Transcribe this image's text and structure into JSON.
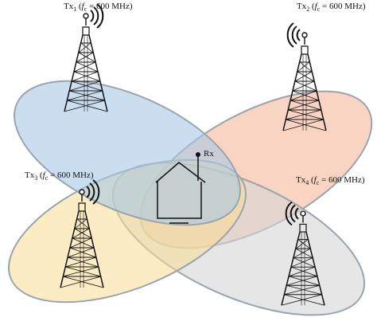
{
  "transmitters": [
    {
      "id": "tx1",
      "name": "Tx",
      "sub": "1",
      "freq_var": "f",
      "freq_sub": "c",
      "freq_value": " = 600 MHz)",
      "coverage_color": "#a9c8e6"
    },
    {
      "id": "tx2",
      "name": "Tx",
      "sub": "2",
      "freq_var": "f",
      "freq_sub": "c",
      "freq_value": " = 600 MHz)",
      "coverage_color": "#f5b79b"
    },
    {
      "id": "tx3",
      "name": "Tx",
      "sub": "3",
      "freq_var": "f",
      "freq_sub": "c",
      "freq_value": " = 600 MHz)",
      "coverage_color": "#f7dc91"
    },
    {
      "id": "tx4",
      "name": "Tx",
      "sub": "4",
      "freq_var": "f",
      "freq_sub": "c",
      "freq_value": " = 600 MHz)",
      "coverage_color": "#d5d5d5"
    }
  ],
  "receiver": {
    "label": "Rx"
  }
}
